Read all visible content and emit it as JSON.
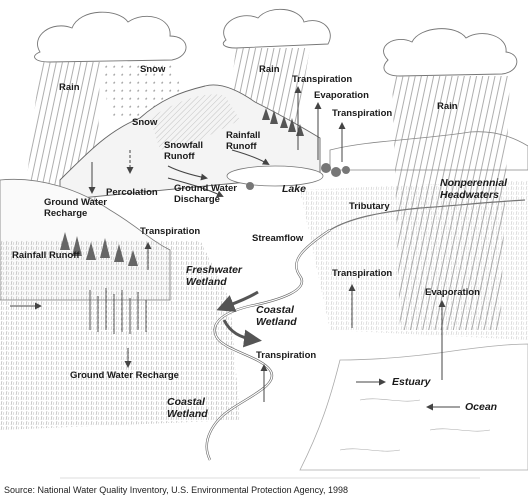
{
  "labels": {
    "rain_left": "Rain",
    "snow_top": "Snow",
    "rain_mid": "Rain",
    "transpiration_top": "Transpiration",
    "evaporation_top": "Evaporation",
    "transpiration_right_top": "Transpiration",
    "rain_right": "Rain",
    "snow_mountain": "Snow",
    "rainfall_runoff_mountain": "Rainfall\nRunoff",
    "snowfall_runoff": "Snowfall\nRunoff",
    "percolation": "Percolation",
    "ground_water_discharge": "Ground Water\nDischarge",
    "lake": "Lake",
    "nonperennial_headwaters": "Nonperennial\nHeadwaters",
    "ground_water_recharge_left": "Ground Water\nRecharge",
    "tributary": "Tributary",
    "transpiration_left": "Transpiration",
    "streamflow": "Streamflow",
    "rainfall_runoff_left": "Rainfall Runoff",
    "freshwater_wetland": "Freshwater\nWetland",
    "transpiration_mid": "Transpiration",
    "coastal_wetland_mid": "Coastal\nWetland",
    "evaporation_right": "Evaporation",
    "transpiration_bottom": "Transpiration",
    "ground_water_recharge_bottom": "Ground Water Recharge",
    "estuary": "Estuary",
    "coastal_wetland_bottom": "Coastal\nWetland",
    "ocean": "Ocean"
  },
  "source": "Source:  National Water Quality Inventory, U.S. Environmental Protection Agency, 1998"
}
